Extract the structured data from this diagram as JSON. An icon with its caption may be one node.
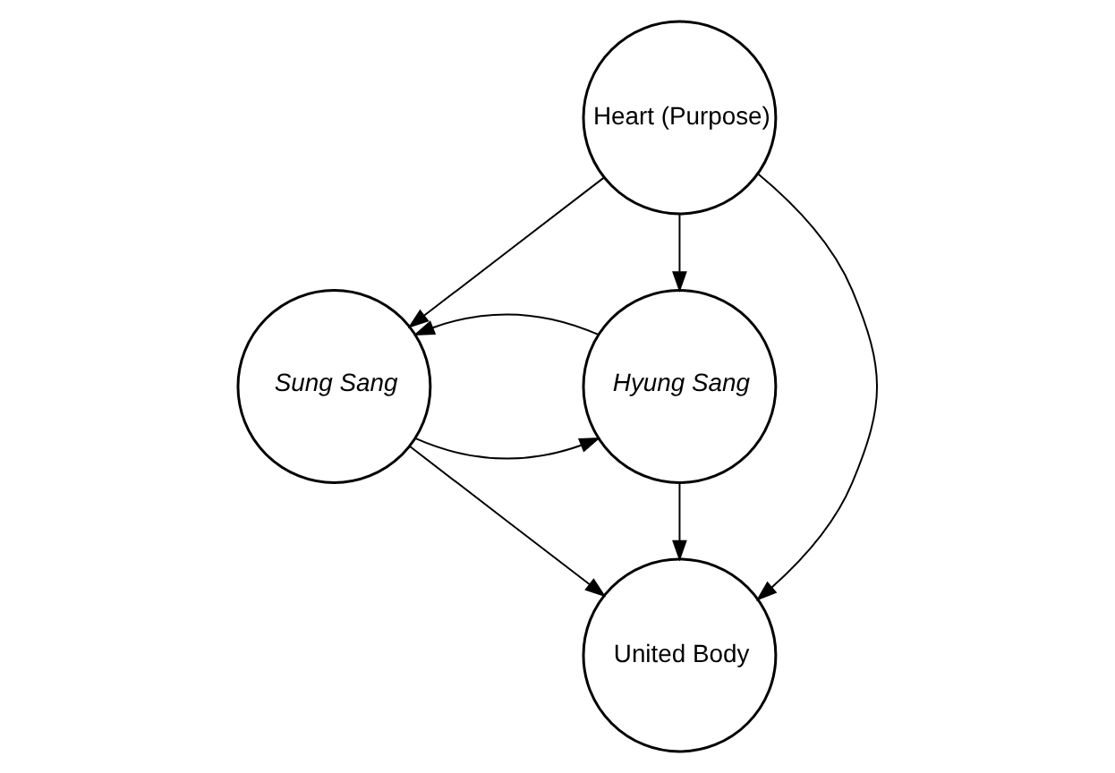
{
  "diagram": {
    "nodes": [
      {
        "text": [
          "Heart (Purpose)"
        ]
      },
      {
        "text": [
          "Sung Sang"
        ]
      },
      {
        "text": [
          "Hyung Sang"
        ]
      },
      {
        "text": [
          "United Body"
        ]
      }
    ],
    "edges": [
      {
        "from": 0,
        "to": 1,
        "arrow": "to"
      },
      {
        "from": 0,
        "to": 2,
        "arrow": "to"
      },
      {
        "from": 0,
        "to": 3,
        "arrow": "to"
      },
      {
        "from": 1,
        "to": 2,
        "arrow": "to"
      },
      {
        "from": 2,
        "to": 1,
        "arrow": "to"
      },
      {
        "from": 1,
        "to": 3,
        "arrow": "to"
      },
      {
        "from": 2,
        "to": 3,
        "arrow": "to"
      }
    ]
  }
}
